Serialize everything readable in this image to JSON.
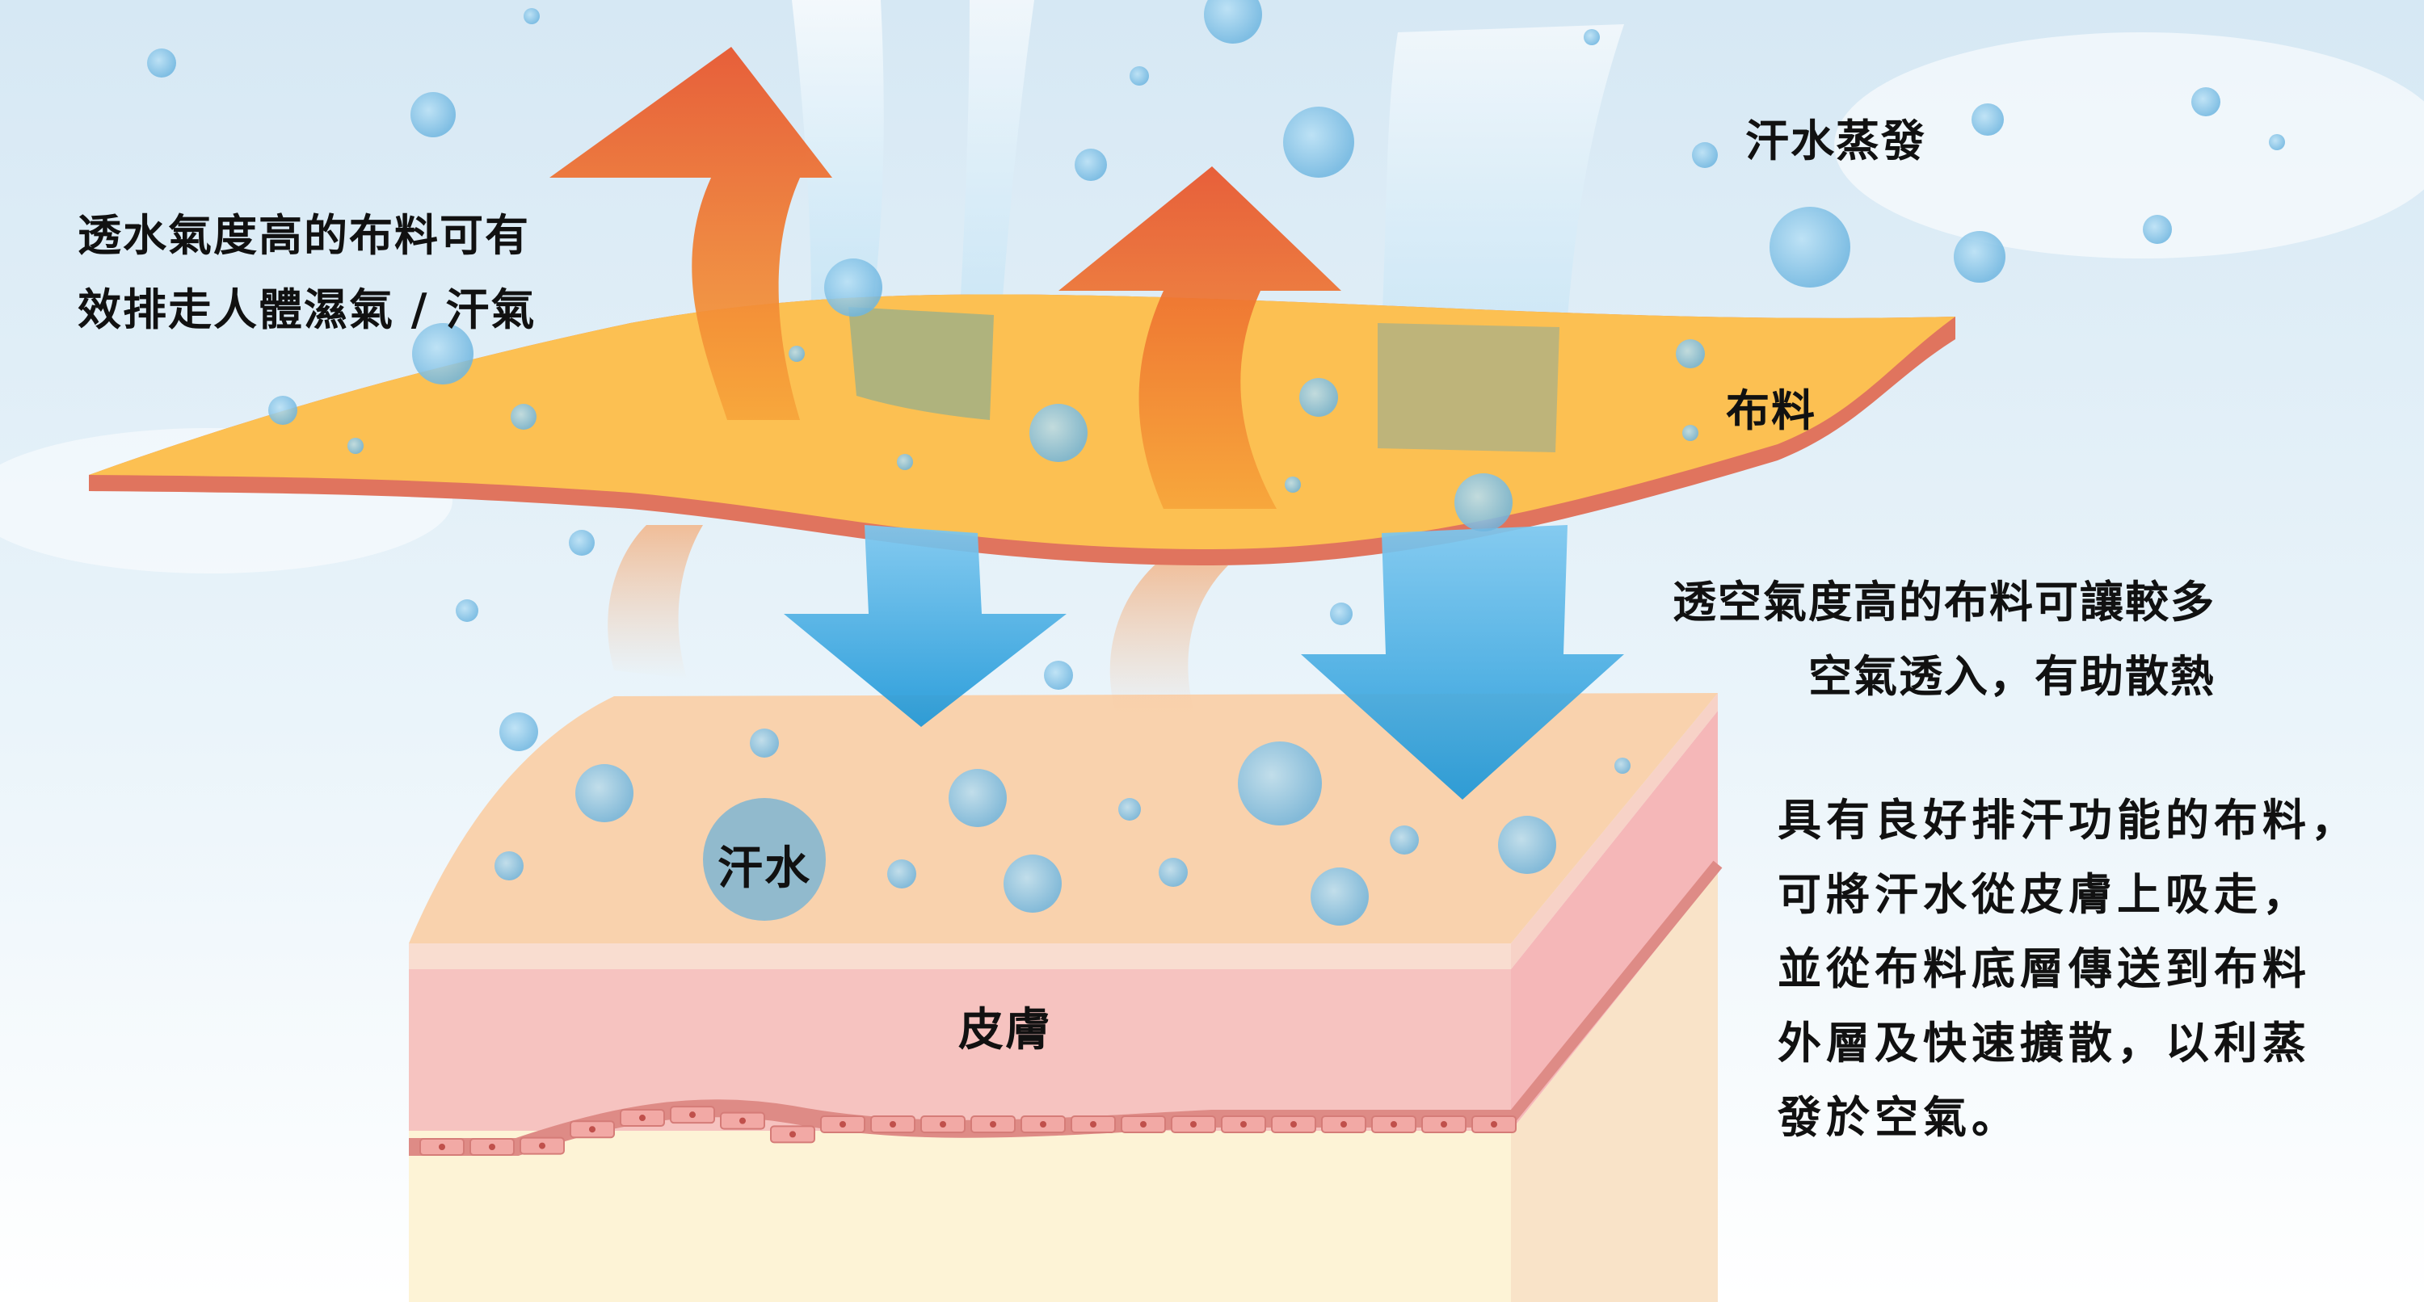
{
  "labels": {
    "fabric_moisture": "透水氣度高的布料可有\n效排走人體濕氣 / 汗氣",
    "sweat_evaporation": "汗水蒸發",
    "fabric": "布料",
    "breathability": "透空氣度高的布料可讓較多\n空氣透入，有助散熱",
    "sweat": "汗水",
    "skin": "皮膚",
    "function": "具有良好排汗功能的布料，\n可將汗水從皮膚上吸走，\n並從布料底層傳送到布料\n外層及快速擴散，以利蒸\n發於空氣。"
  },
  "colors": {
    "sky": "#dcecf6",
    "fabric_top": "#fcc052",
    "fabric_edge": "#e0745e",
    "skin_surface": "#fad6b2",
    "dermis": "#f7c4c0",
    "subcutaneous": "#fdf4d8",
    "warm_arrow": "#ef6a2a",
    "cool_arrow": "#2ea4de",
    "droplet": "#8cc6e6"
  },
  "icons": [
    "warm-air-arrow",
    "cool-air-arrow",
    "sweat-droplet",
    "skin-cell"
  ]
}
